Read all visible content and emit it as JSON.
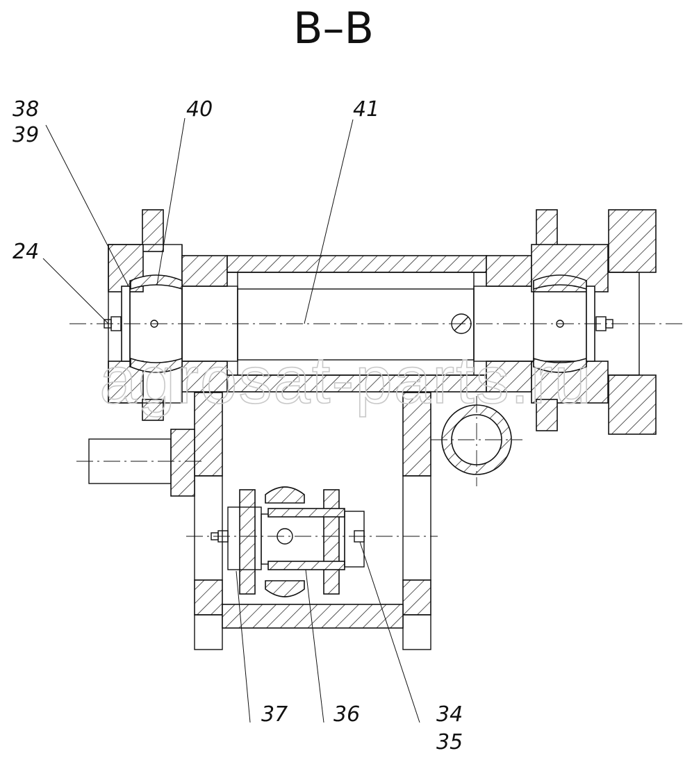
{
  "section_label": "B–B",
  "callouts": {
    "c38": "38",
    "c39": "39",
    "c40": "40",
    "c41": "41",
    "c24": "24",
    "c37": "37",
    "c36": "36",
    "c34": "34",
    "c35": "35"
  },
  "watermark": "agrosat-parts.ru"
}
